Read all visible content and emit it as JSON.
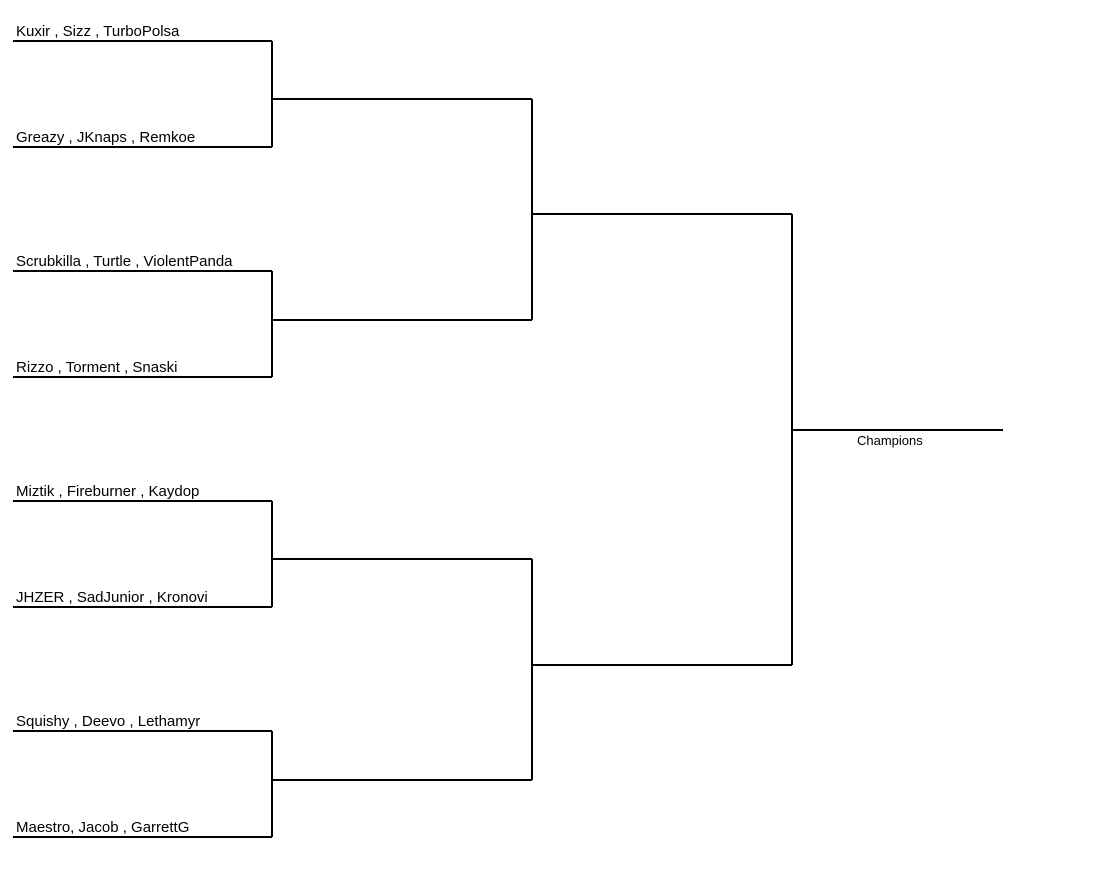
{
  "bracket": {
    "teams": [
      "Kuxir , Sizz , TurboPolsa",
      "Greazy , JKnaps , Remkoe",
      "Scrubkilla , Turtle , ViolentPanda",
      "Rizzo , Torment , Snaski",
      "Miztik , Fireburner , Kaydop",
      "JHZER , SadJunior , Kronovi",
      "Squishy , Deevo , Lethamyr",
      "Maestro, Jacob , GarrettG"
    ],
    "champion_label": "Champions",
    "line_color": "#000000"
  }
}
